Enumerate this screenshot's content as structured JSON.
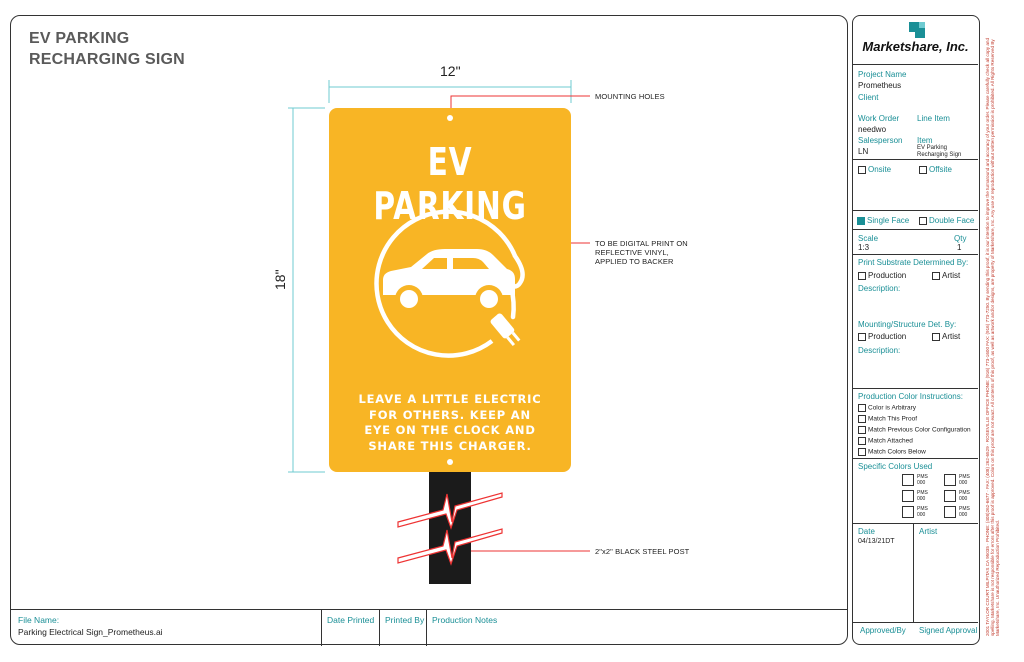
{
  "title": {
    "line1": "EV PARKING",
    "line2": "RECHARGING SIGN"
  },
  "dimensions": {
    "width": "12\"",
    "height": "18\""
  },
  "callouts": {
    "mounting": "MOUNTING HOLES",
    "print_line1": "TO BE DIGITAL PRINT ON",
    "print_line2": "REFLECTIVE VINYL,",
    "print_line3": "APPLIED TO BACKER",
    "post": "2\"x2\" BLACK STEEL POST"
  },
  "sign": {
    "title": "EV PARKING",
    "message_lines": [
      "LEAVE A LITTLE ELECTRIC",
      "FOR OTHERS. KEEP AN",
      "EYE ON THE CLOCK AND",
      "SHARE THIS CHARGER."
    ],
    "background_color": "#f8b525",
    "text_color": "#ffffff",
    "icon": "ev-car-charging-icon"
  },
  "post": {
    "color": "#1b1b1b"
  },
  "footer": {
    "file_name_label": "File Name:",
    "file_name": "Parking Electrical Sign_Prometheus.ai",
    "date_printed_label": "Date Printed",
    "printed_by_label": "Printed By",
    "production_notes_label": "Production Notes"
  },
  "panel": {
    "company": "Marketshare, Inc.",
    "project_name_label": "Project Name",
    "project_name": "Prometheus",
    "client_label": "Client",
    "work_order_label": "Work Order",
    "work_order": "needwo",
    "line_item_label": "Line Item",
    "salesperson_label": "Salesperson",
    "salesperson": "LN",
    "item_label": "Item",
    "item_line1": "EV Parking",
    "item_line2": "Recharging Sign",
    "onsite": "Onsite",
    "offsite": "Offsite",
    "single_face": "Single Face",
    "double_face": "Double Face",
    "scale_label": "Scale",
    "scale": "1:3",
    "qty_label": "Qty",
    "qty": "1",
    "substrate_label": "Print Substrate Determined By:",
    "production": "Production",
    "artist": "Artist",
    "description": "Description:",
    "mounting_label": "Mounting/Structure Det. By:",
    "color_instructions_label": "Production Color Instructions:",
    "color_options": [
      "Color is Arbitrary",
      "Match This Proof",
      "Match Previous Color Configuration",
      "Match Attached",
      "Match Colors Below"
    ],
    "specific_colors_label": "Specific Colors Used",
    "pms_top": "PMS",
    "pms_bottom": "000",
    "date_label": "Date",
    "date": "04/13/21DT",
    "artist_label": "Artist",
    "approved_by": "Approved/By",
    "signed_approval": "Signed Approval",
    "accent_color": "#1a8f96"
  },
  "legal_text": "2001 TAYLOR COURT MILPITAS CA 95035 · PHONE: (408)262-6677 · FAX: (408) 262-6529 · ROSEVILLE OFFICE PHONE: (916) 773-1600 FAX: (916) 773-7250. By sending this proof, it is our intention to improve the turnaround and accuracy of your order. Please carefully check all copy and spelling. Marketshare is not responsible for errors after this proof is approved. Colors on this proof are not exact. All contents of this proof, as well as artwork and/or designs, are property of Marketshare, Inc. Any use or reproduction without written permission is prohibited. All Rights Reserved By Marketshare, Inc. Unauthorized Reproduction Prohibited."
}
